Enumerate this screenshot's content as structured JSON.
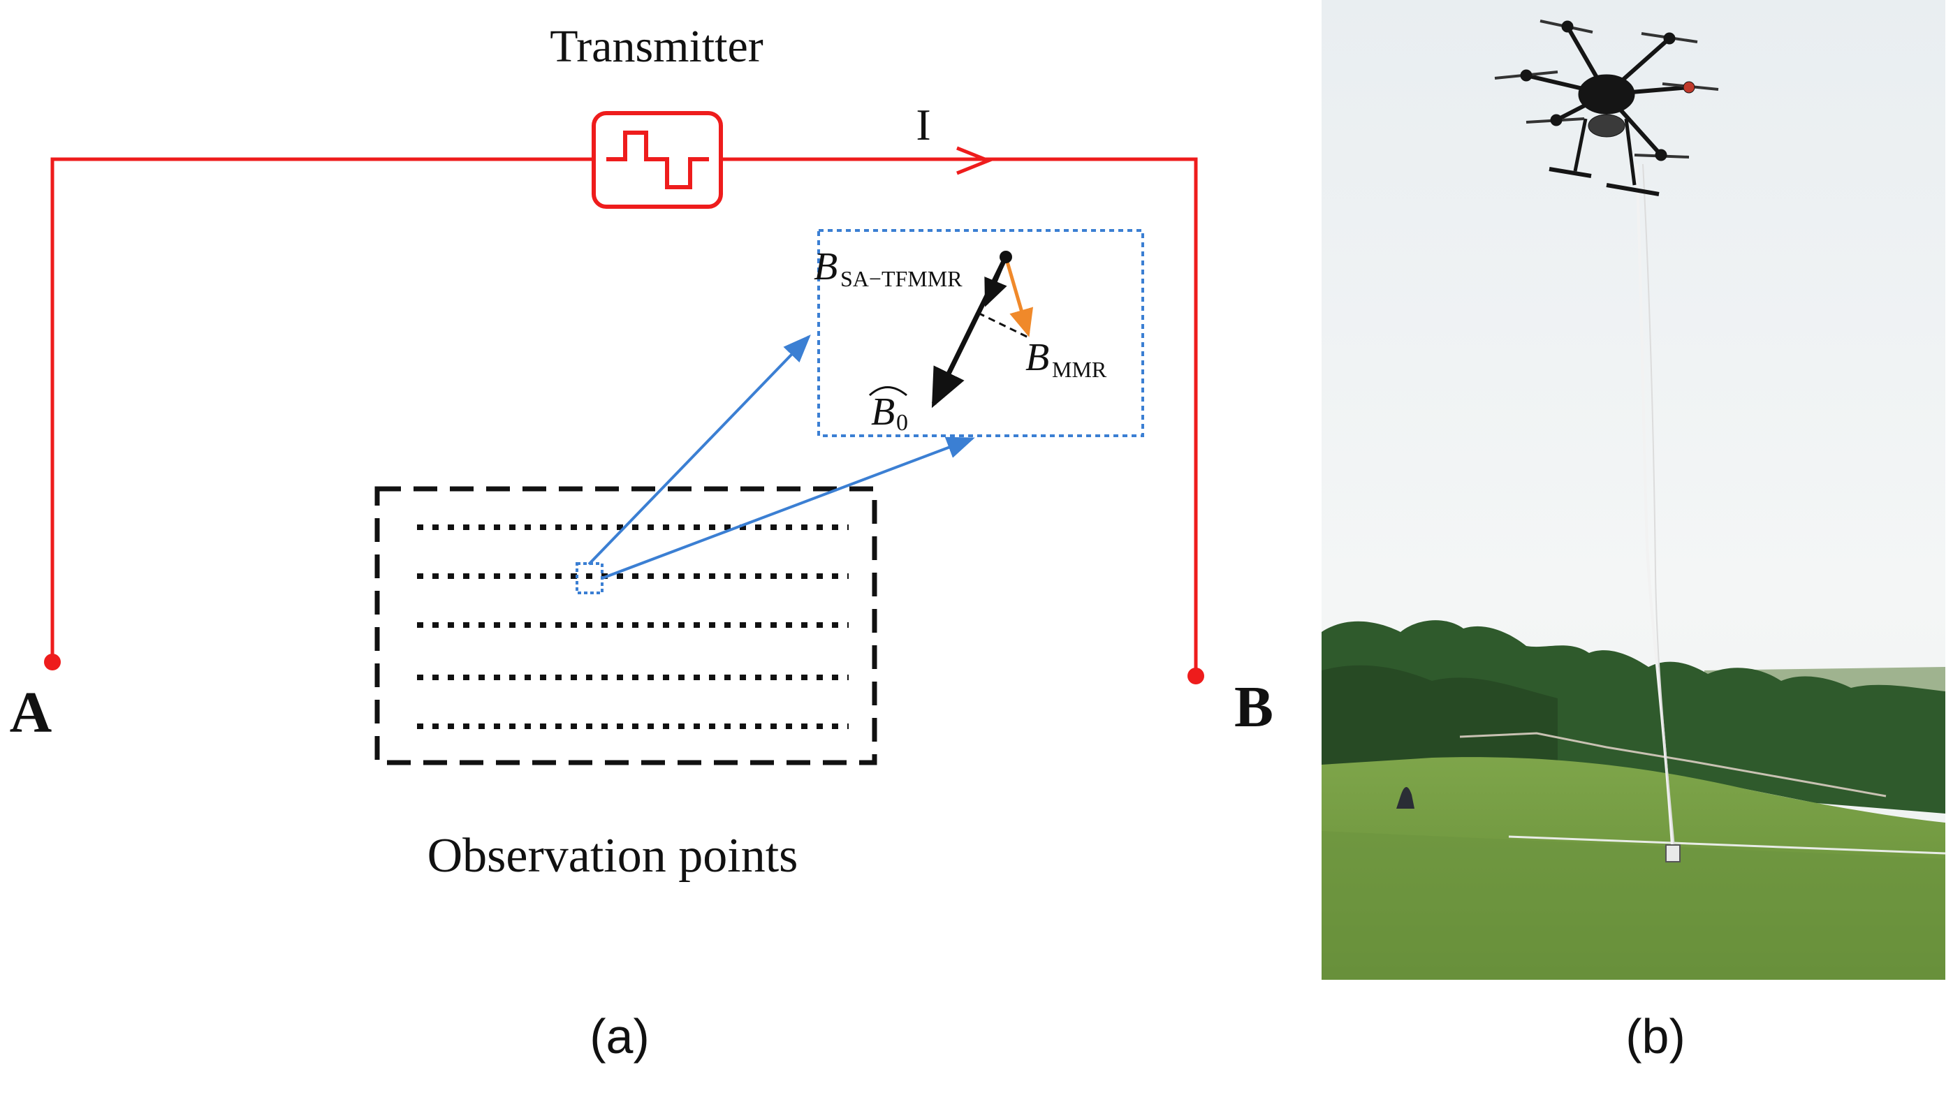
{
  "panel_a": {
    "transmitter_label": "Transmitter",
    "current_label": "I",
    "electrode_a_label": "A",
    "electrode_b_label": "B",
    "observation_label": "Observation points",
    "caption": "(a)",
    "inset": {
      "b_sa_main": "B",
      "b_sa_sub": "SA−TFMMR",
      "b_mmr_main": "B",
      "b_mmr_sub": "MMR",
      "b0_main": "B",
      "b0_sub": "0"
    },
    "colors": {
      "wire": "#ee1c1c",
      "inset_border": "#3b7fd3",
      "pointer_arrow": "#3b7fd3",
      "mmr_arrow": "#f0892a",
      "vector_arrow": "#111111"
    }
  },
  "panel_b": {
    "caption": "(b)",
    "photo": {
      "subject": "hexacopter-drone-with-suspended-sensor-cable",
      "colors": {
        "sky": "#eef2f4",
        "trees": "#2f5a2c",
        "grass": "#6f9a3e"
      }
    }
  }
}
